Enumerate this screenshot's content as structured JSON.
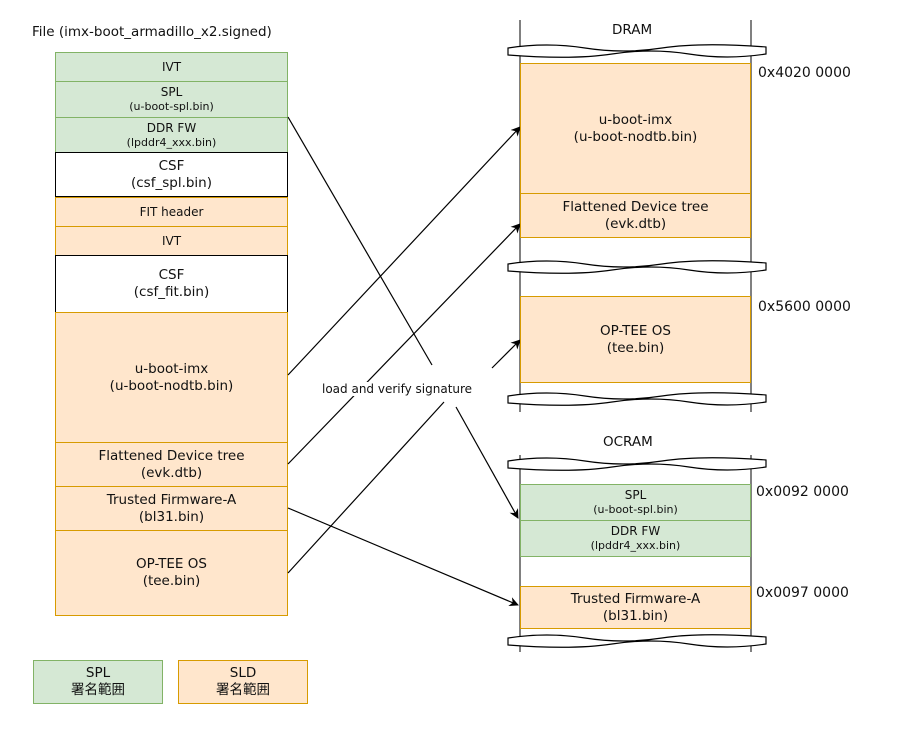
{
  "file_title": "File (imx-boot_armadillo_x2.signed)",
  "file_blocks": {
    "ivt1": "IVT",
    "spl_name": "SPL",
    "spl_file": "(u-boot-spl.bin)",
    "ddr_name": "DDR FW",
    "ddr_file": "(lpddr4_xxx.bin)",
    "csf1_name": "CSF",
    "csf1_file": "(csf_spl.bin)",
    "fit_header": "FIT header",
    "ivt2": "IVT",
    "csf2_name": "CSF",
    "csf2_file": "(csf_fit.bin)",
    "uboot_name": "u-boot-imx",
    "uboot_file": "(u-boot-nodtb.bin)",
    "fdt_name": "Flattened Device tree",
    "fdt_file": "(evk.dtb)",
    "tfa_name": "Trusted Firmware-A",
    "tfa_file": "(bl31.bin)",
    "optee_name": "OP-TEE OS",
    "optee_file": "(tee.bin)"
  },
  "dram": {
    "title": "DRAM",
    "uboot_name": "u-boot-imx",
    "uboot_file": "(u-boot-nodtb.bin)",
    "fdt_name": "Flattened Device tree",
    "fdt_file": "(evk.dtb)",
    "optee_name": "OP-TEE OS",
    "optee_file": "(tee.bin)",
    "addr_uboot": "0x4020 0000",
    "addr_optee": "0x5600 0000"
  },
  "ocram": {
    "title": "OCRAM",
    "spl_name": "SPL",
    "spl_file": "(u-boot-spl.bin)",
    "ddr_name": "DDR FW",
    "ddr_file": "(lpddr4_xxx.bin)",
    "tfa_name": "Trusted Firmware-A",
    "tfa_file": "(bl31.bin)",
    "addr_spl": "0x0092 0000",
    "addr_tfa": "0x0097 0000"
  },
  "center_label": "load and verify signature",
  "legend": {
    "spl_title": "SPL",
    "spl_sub": "署名範囲",
    "sld_title": "SLD",
    "sld_sub": "署名範囲"
  },
  "colors": {
    "green_fill": "#d5e8d4",
    "green_border": "#82b366",
    "orange_fill": "#ffe6cc",
    "orange_border": "#d79b00"
  }
}
